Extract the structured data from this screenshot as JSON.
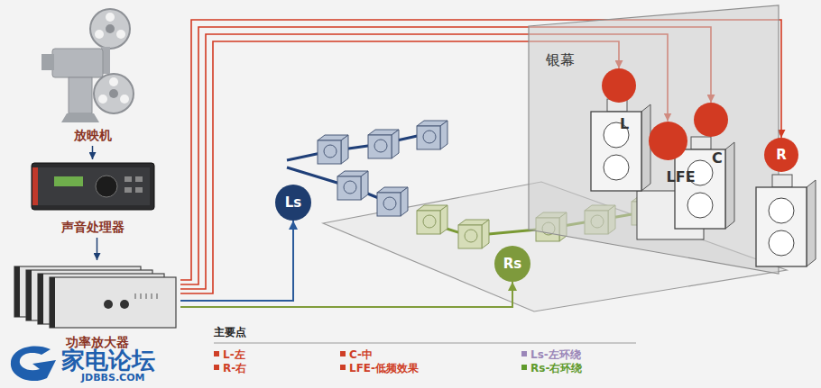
{
  "diagram": {
    "nodes": [
      {
        "text": [
          "放映机"
        ]
      },
      {
        "text": [
          "声音处理器"
        ]
      },
      {
        "text": [
          "功率放大器"
        ]
      },
      {
        "text": [
          "银幕"
        ]
      },
      {
        "text": [
          "L"
        ],
        "in": 3
      },
      {
        "text": [
          "LFE"
        ],
        "in": 3
      },
      {
        "text": [
          "C"
        ],
        "in": 3
      },
      {
        "text": [
          "R"
        ]
      },
      {
        "text": [
          "Ls"
        ]
      },
      {
        "text": [
          "Rs"
        ]
      }
    ],
    "edges": [
      {
        "from": 0,
        "to": 1,
        "arrow": "to"
      },
      {
        "from": 1,
        "to": 2,
        "arrow": "to"
      },
      {
        "from": 2,
        "to": 4,
        "arrow": "to"
      },
      {
        "from": 2,
        "to": 5,
        "arrow": "to"
      },
      {
        "from": 2,
        "to": 6,
        "arrow": "to"
      },
      {
        "from": 2,
        "to": 7,
        "arrow": "to"
      },
      {
        "from": 2,
        "to": 8,
        "arrow": "to"
      },
      {
        "from": 2,
        "to": 9,
        "arrow": "to"
      }
    ],
    "labels": [
      "主要点",
      "家电论坛",
      "JDBBS.COM"
    ],
    "legend": [
      {
        "text": "L-左",
        "color": "#cf3f27"
      },
      {
        "text": "R-右",
        "color": "#cf3f27"
      },
      {
        "text": "C-中",
        "color": "#cf3f27"
      },
      {
        "text": "LFE-低频效果",
        "color": "#cf3f27"
      },
      {
        "text": "Ls-左环绕",
        "color": "#9a86b8"
      },
      {
        "text": "Rs-右环绕",
        "color": "#5f9a2c"
      }
    ]
  }
}
